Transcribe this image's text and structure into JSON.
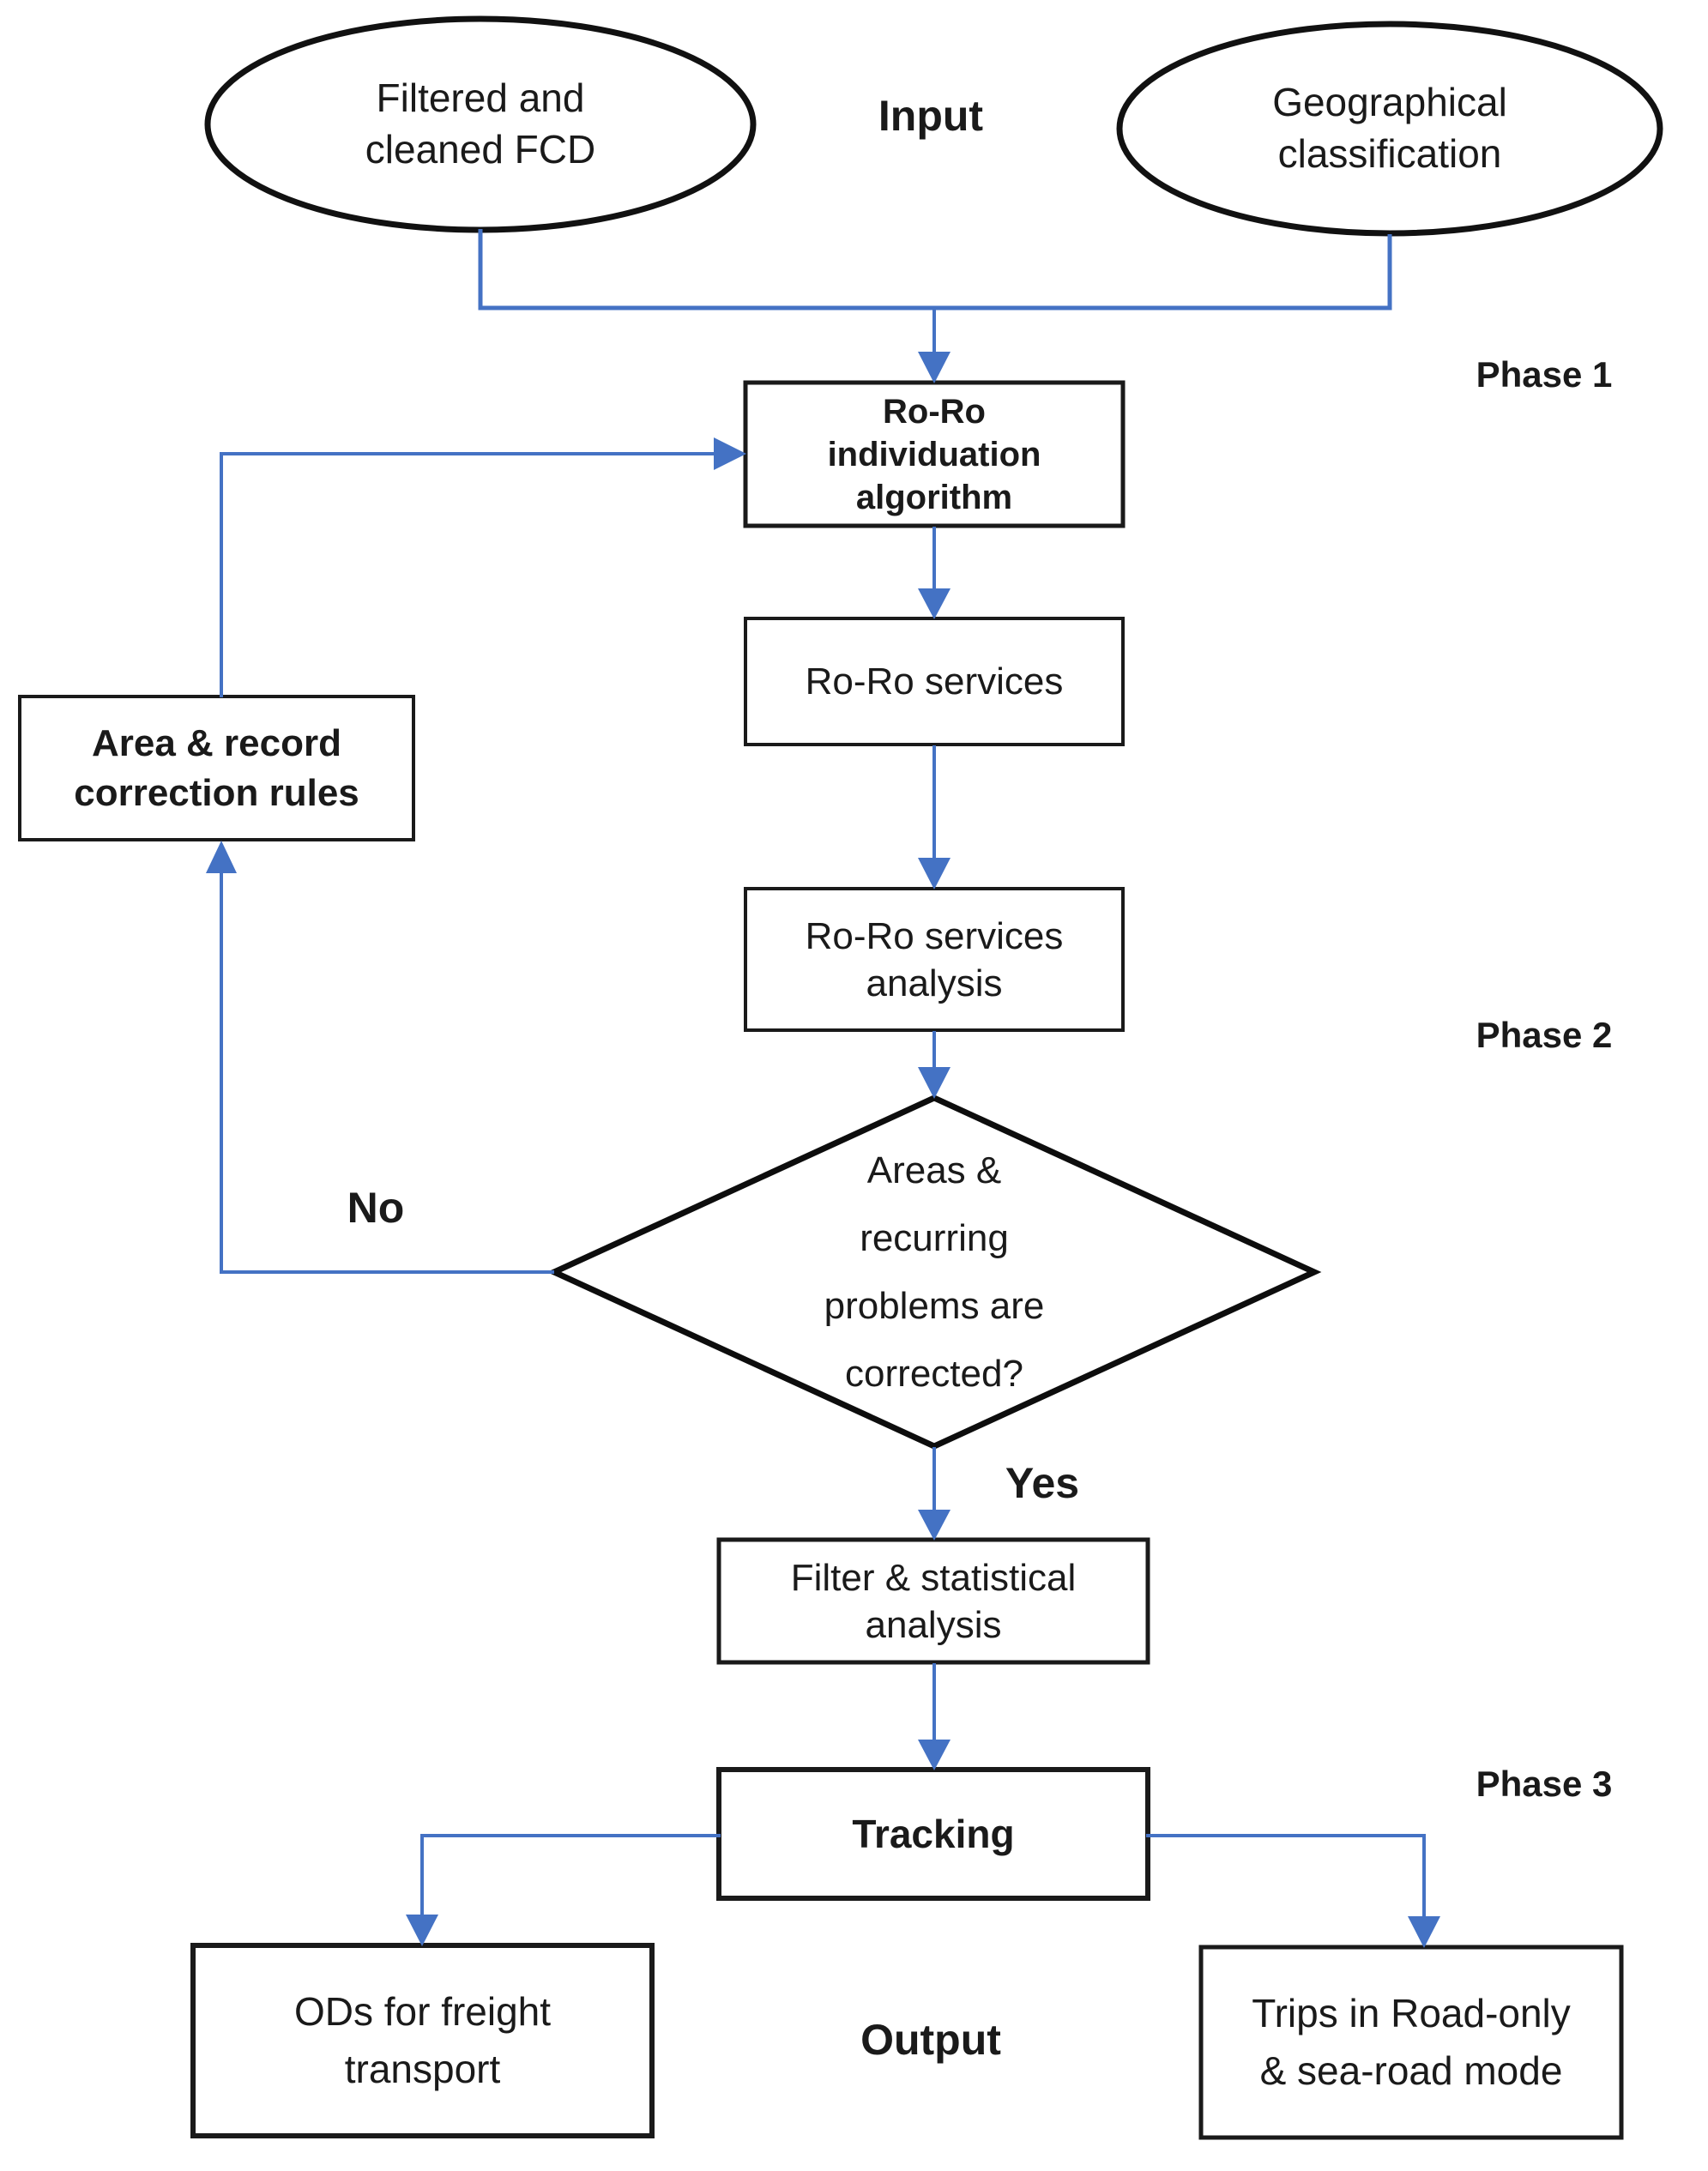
{
  "flowchart": {
    "headings": {
      "input": "Input",
      "output": "Output"
    },
    "phases": {
      "phase1": "Phase 1",
      "phase2": "Phase 2",
      "phase3": "Phase 3"
    },
    "terminals": {
      "fcd": "Filtered and\ncleaned FCD",
      "geo": "Geographical\nclassification"
    },
    "nodes": {
      "individuation": "Ro-Ro\nindividuation\nalgorithm",
      "services": "Ro-Ro services",
      "analysis": "Ro-Ro services\nanalysis",
      "decision": "Areas &\nrecurring\nproblems are\ncorrected?",
      "correction": "Area & record\ncorrection rules",
      "filter": "Filter & statistical\nanalysis",
      "tracking": "Tracking",
      "ods": "ODs for freight\ntransport",
      "trips": "Trips in Road-only\n& sea-road mode"
    },
    "branches": {
      "no": "No",
      "yes": "Yes"
    },
    "colors": {
      "arrow": "#4472C4",
      "border": "#1a1a1a",
      "background": "#ffffff"
    }
  }
}
